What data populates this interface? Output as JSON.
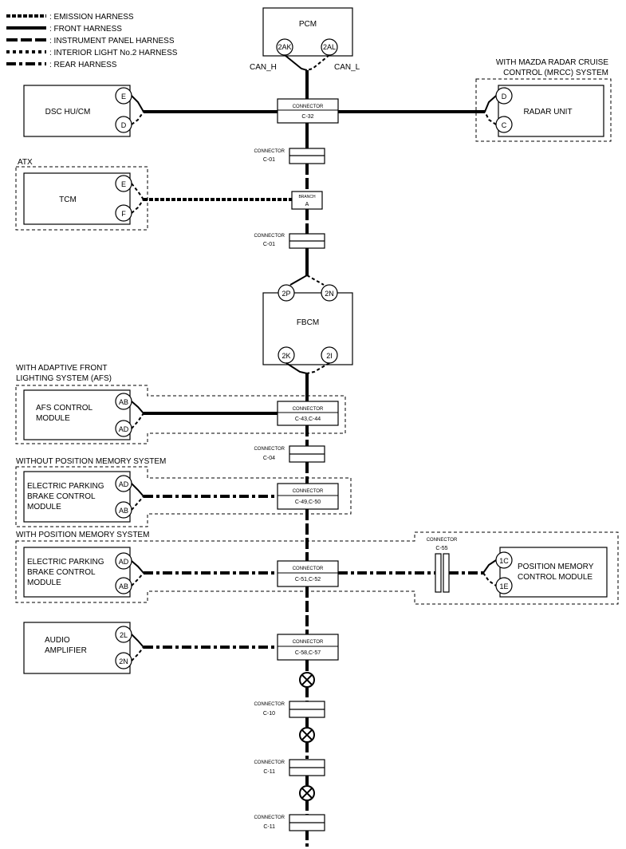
{
  "legend": [
    {
      "style": "emis",
      "label": ": EMISSION HARNESS"
    },
    {
      "style": "front",
      "label": ": FRONT HARNESS"
    },
    {
      "style": "ip",
      "label": ": INSTRUMENT PANEL HARNESS"
    },
    {
      "style": "interior",
      "label": ": INTERIOR LIGHT No.2 HARNESS"
    },
    {
      "style": "rear",
      "label": ": REAR HARNESS"
    }
  ],
  "pcm": {
    "name": "PCM",
    "pin_h": "2AK",
    "pin_l": "2AL",
    "can_h": "CAN_H",
    "can_l": "CAN_L"
  },
  "mrcc_title": [
    "WITH MAZDA RADAR CRUISE",
    "CONTROL (MRCC) SYSTEM"
  ],
  "radar": {
    "name": "RADAR UNIT",
    "pin_a": "D",
    "pin_b": "C"
  },
  "dsc": {
    "name": "DSC HU/CM",
    "pin_a": "E",
    "pin_b": "D"
  },
  "atx_title": "ATX",
  "tcm": {
    "name": "TCM",
    "pin_a": "E",
    "pin_b": "F"
  },
  "branch": {
    "label": "BRANCH",
    "id": "A"
  },
  "fbcm": {
    "name": "FBCM",
    "pin_top_l": "2P",
    "pin_top_r": "2N",
    "pin_bot_l": "2K",
    "pin_bot_r": "2I"
  },
  "afs_title": [
    "WITH ADAPTIVE FRONT",
    "LIGHTING SYSTEM (AFS)"
  ],
  "afs": {
    "name": [
      "AFS CONTROL",
      "MODULE"
    ],
    "pin_a": "AB",
    "pin_b": "AD"
  },
  "without_pm_title": "WITHOUT POSITION MEMORY SYSTEM",
  "epb1": {
    "name": [
      "ELECTRIC PARKING",
      "BRAKE CONTROL",
      "MODULE"
    ],
    "pin_a": "AD",
    "pin_b": "AB"
  },
  "with_pm_title": "WITH POSITION MEMORY SYSTEM",
  "epb2": {
    "name": [
      "ELECTRIC PARKING",
      "BRAKE CONTROL",
      "MODULE"
    ],
    "pin_a": "AD",
    "pin_b": "AB"
  },
  "pmcm": {
    "name": [
      "POSITION MEMORY",
      "CONTROL MODULE"
    ],
    "pin_a": "1C",
    "pin_b": "1E"
  },
  "audio": {
    "name": [
      "AUDIO",
      "AMPLIFIER"
    ],
    "pin_a": "2L",
    "pin_b": "2N"
  },
  "connector_word": "CONNECTOR",
  "connectors": {
    "c32": "C-32",
    "c01a": "C-01",
    "c01b": "C-01",
    "c43": "C-43,C-44",
    "c04": "C-04",
    "c49": "C-49,C-50",
    "c51": "C-51,C-52",
    "c55": "C-55",
    "c58": "C-58,C-57",
    "c10": "C-10",
    "c11a": "C-11",
    "c11b": "C-11"
  }
}
